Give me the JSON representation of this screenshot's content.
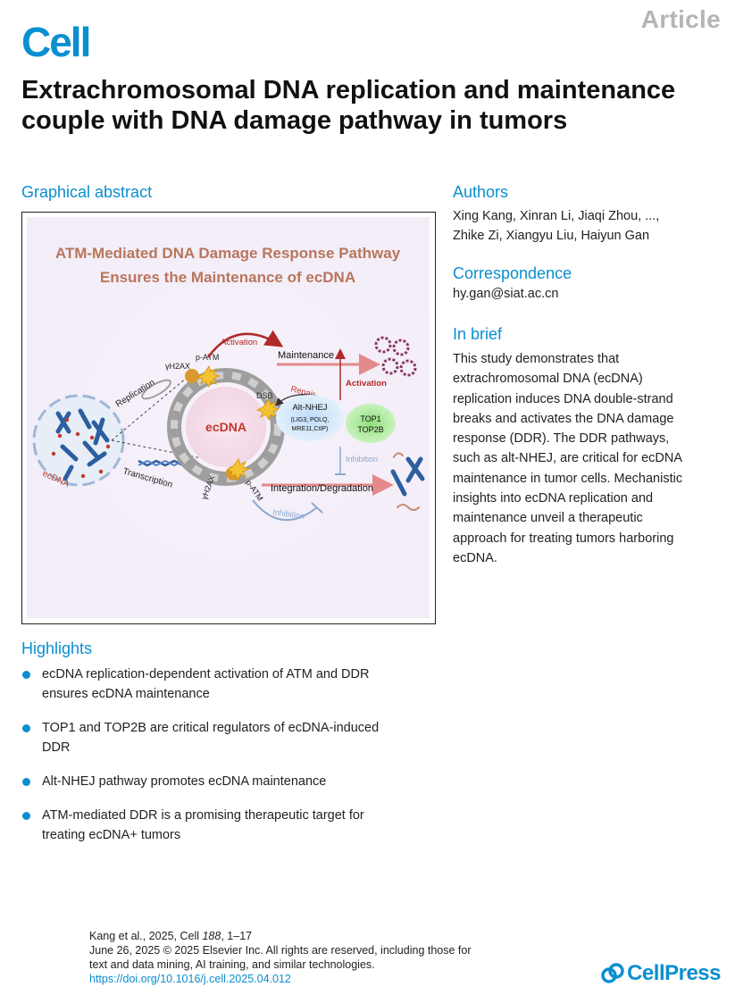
{
  "header": {
    "article_tag": "Article",
    "journal_logo": "Cell"
  },
  "title": "Extrachromosomal DNA replication and maintenance couple with DNA damage pathway in tumors",
  "graphical_abstract": {
    "heading": "Graphical abstract",
    "figure_title_line1": "ATM-Mediated DNA Damage Response Pathway",
    "figure_title_line2": "Ensures the Maintenance of ecDNA",
    "labels": {
      "activation_top": "Activation",
      "p_atm_top": "p-ATM",
      "gamma_h2ax_top": "γH2AX",
      "maintenance": "Maintenance",
      "replication": "Replication",
      "repair": "Repair",
      "dsb": "DSB",
      "activation_right": "Activation",
      "ecdna_center": "ecDNA",
      "alt_nhej": "Alt-NHEJ",
      "alt_nhej_detail1": "(LIG3, POLQ,",
      "alt_nhej_detail2": "MRE11,CtIP)",
      "top1": "TOP1",
      "top2b": "TOP2B",
      "inhibition_right": "Inhibition",
      "ecdna_cell": "ecDNA",
      "transcription": "Transcription",
      "integration_degradation": "Integration/Degradation",
      "gamma_h2ax_bottom": "γH2AX",
      "p_atm_bottom": "p-ATM",
      "inhibition_bottom": "Inhibition"
    },
    "colors": {
      "title_color": "#b8765c",
      "activation_red": "#b02a2a",
      "ecdna_red": "#c0392b",
      "inhibition_blue": "#8aa8d0",
      "alt_nhej_blue": "#cfe6fb",
      "top_green": "#9be88a"
    }
  },
  "authors": {
    "heading": "Authors",
    "line1": "Xing Kang, Xinran Li, Jiaqi Zhou, ...,",
    "line2": "Zhike Zi, Xiangyu Liu, Haiyun Gan"
  },
  "correspondence": {
    "heading": "Correspondence",
    "email": "hy.gan@siat.ac.cn"
  },
  "in_brief": {
    "heading": "In brief",
    "lines": [
      "This study demonstrates that",
      "extrachromosomal DNA (ecDNA)",
      "replication induces DNA double-strand",
      "breaks and activates the DNA damage",
      "response (DDR). The DDR pathways,",
      "such as alt-NHEJ, are critical for ecDNA",
      "maintenance in tumor cells. Mechanistic",
      "insights into ecDNA replication and",
      "maintenance unveil a therapeutic",
      "approach for treating tumors harboring",
      "ecDNA."
    ]
  },
  "highlights": {
    "heading": "Highlights",
    "items": [
      [
        "ecDNA replication-dependent activation of ATM and DDR",
        "ensures ecDNA maintenance"
      ],
      [
        "TOP1 and TOP2B are critical regulators of ecDNA-induced",
        "DDR"
      ],
      [
        "Alt-NHEJ pathway promotes ecDNA maintenance"
      ],
      [
        "ATM-mediated DDR is a promising therapeutic target for",
        "treating ecDNA+ tumors"
      ]
    ]
  },
  "footer": {
    "citation_prefix": "Kang et al., 2025, Cell ",
    "citation_volume": "188",
    "citation_suffix": ", 1–17",
    "line2": "June 26, 2025 © 2025 Elsevier Inc. All rights are reserved, including those for",
    "line3": "text and data mining, AI training, and similar technologies.",
    "doi": "https://doi.org/10.1016/j.cell.2025.04.012"
  },
  "publisher": {
    "name": "CellPress",
    "icon": "cellpress-logo-icon"
  }
}
